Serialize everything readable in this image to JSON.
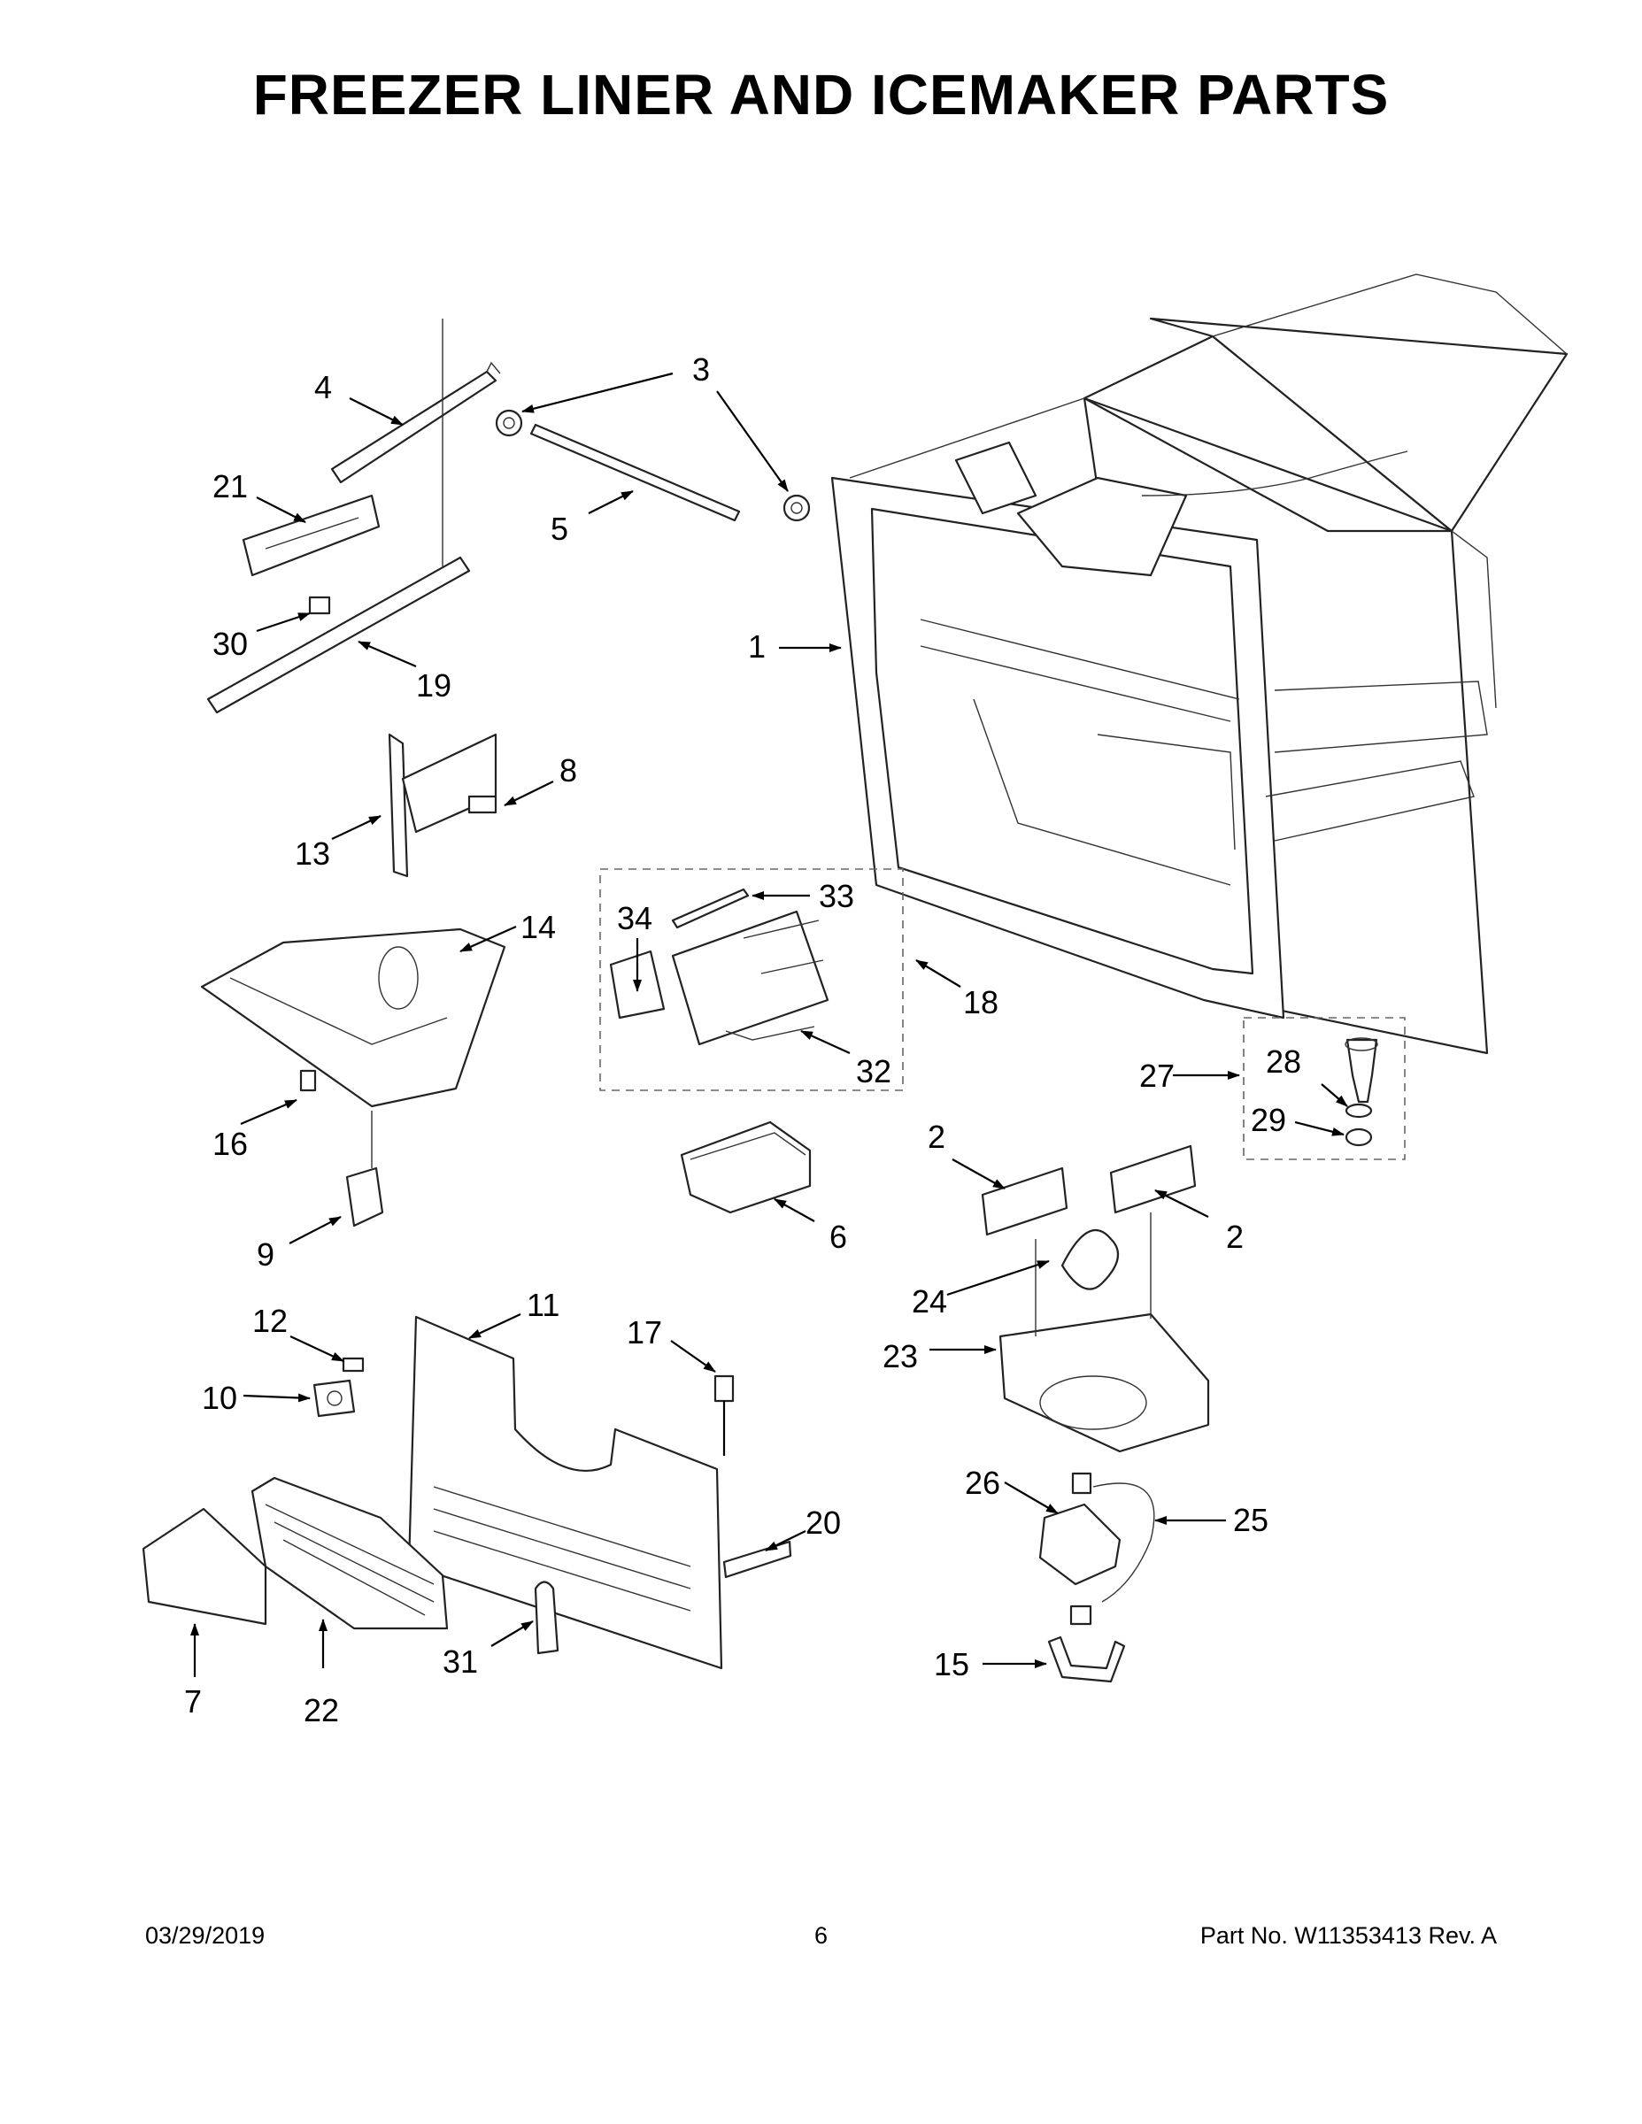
{
  "title": "FREEZER LINER AND ICEMAKER PARTS",
  "callouts": {
    "c1": "1",
    "c2a": "2",
    "c2b": "2",
    "c3": "3",
    "c4": "4",
    "c5": "5",
    "c6": "6",
    "c7": "7",
    "c8": "8",
    "c9": "9",
    "c10": "10",
    "c11": "11",
    "c12": "12",
    "c13": "13",
    "c14": "14",
    "c15": "15",
    "c16": "16",
    "c17": "17",
    "c18": "18",
    "c19": "19",
    "c20": "20",
    "c21": "21",
    "c22": "22",
    "c23": "23",
    "c24": "24",
    "c25": "25",
    "c26": "26",
    "c27": "27",
    "c28": "28",
    "c29": "29",
    "c30": "30",
    "c31": "31",
    "c32": "32",
    "c33": "33",
    "c34": "34"
  },
  "footer": {
    "date": "03/29/2019",
    "page": "6",
    "part_no": "Part No.  W11353413  Rev.  A"
  }
}
